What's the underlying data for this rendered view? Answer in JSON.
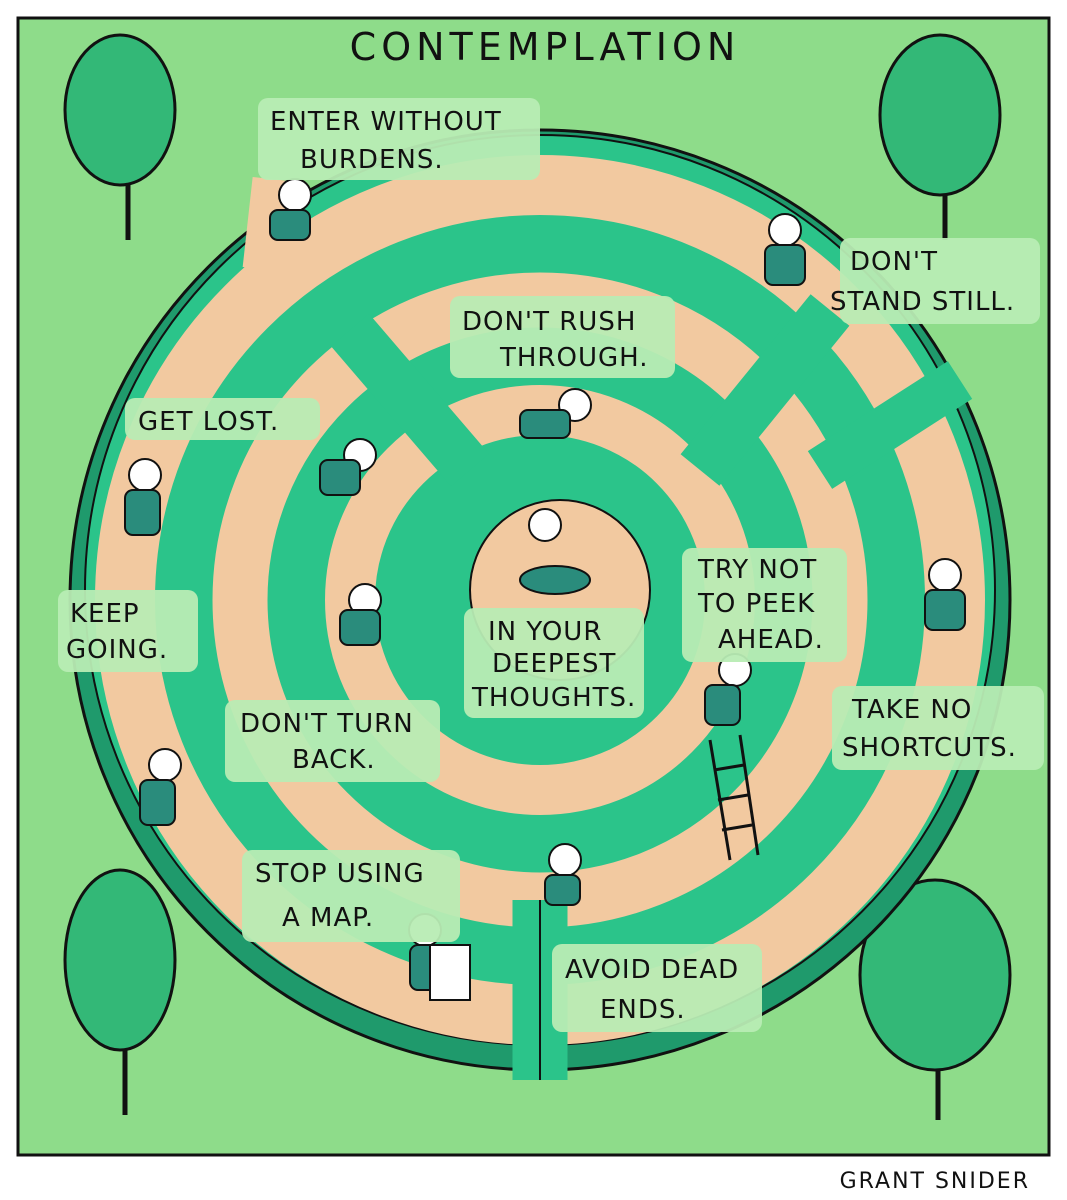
{
  "comic": {
    "title": "CONTEMPLATION",
    "signature": "GRANT SNIDER",
    "captions": [
      {
        "id": "enter",
        "lines": [
          "ENTER WITHOUT",
          "BURDENS."
        ]
      },
      {
        "id": "dont-stand",
        "lines": [
          "DON'T",
          "STAND STILL."
        ]
      },
      {
        "id": "dont-rush",
        "lines": [
          "DON'T RUSH",
          "THROUGH."
        ]
      },
      {
        "id": "get-lost",
        "lines": [
          "GET LOST."
        ]
      },
      {
        "id": "keep-going",
        "lines": [
          "KEEP",
          "GOING."
        ]
      },
      {
        "id": "deepest",
        "lines": [
          "IN YOUR",
          "DEEPEST",
          "THOUGHTS."
        ]
      },
      {
        "id": "try-not",
        "lines": [
          "TRY NOT",
          "TO PEEK",
          "AHEAD."
        ]
      },
      {
        "id": "dont-turn",
        "lines": [
          "DON'T TURN",
          "BACK."
        ]
      },
      {
        "id": "take-no",
        "lines": [
          "TAKE NO",
          "SHORTCUTS."
        ]
      },
      {
        "id": "stop-using",
        "lines": [
          "STOP USING",
          "A MAP."
        ]
      },
      {
        "id": "avoid",
        "lines": [
          "AVOID DEAD",
          "ENDS."
        ]
      }
    ]
  },
  "colors": {
    "lawn": "#8edc8a",
    "hedge": "#2bc48a",
    "hedge_side": "#1f9a6c",
    "path": "#f2c9a0",
    "tree": "#33b877",
    "outline": "#111111"
  }
}
